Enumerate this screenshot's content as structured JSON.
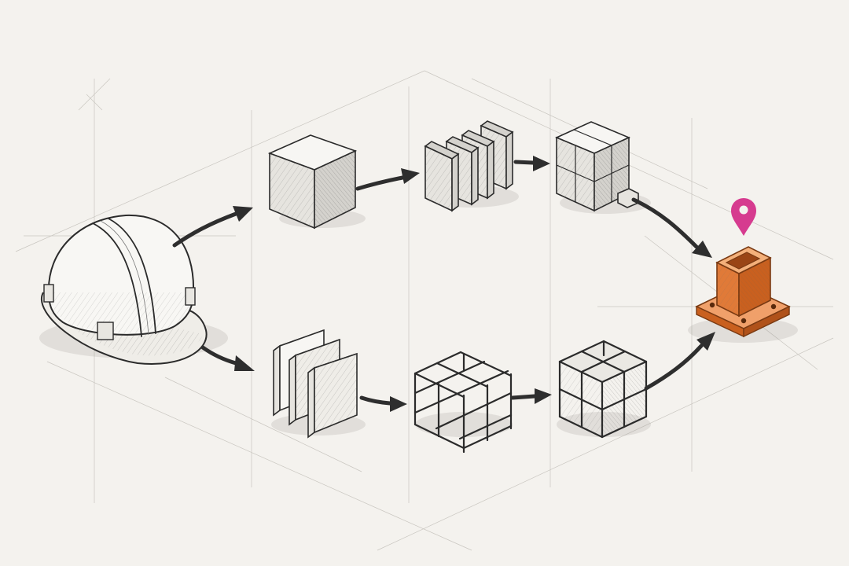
{
  "diagram": {
    "colors": {
      "background": "#f4f2ee",
      "ink": "#2b2b2b",
      "arrow": "#2e2e2e",
      "accent_orange": "#e07a38",
      "pin_magenta": "#d63b8f"
    },
    "nodes": [
      {
        "id": "hard-hat",
        "icon": "hard-hat-icon"
      },
      {
        "id": "block",
        "icon": "solid-cube-icon"
      },
      {
        "id": "panels-top",
        "icon": "stacked-panels-icon"
      },
      {
        "id": "cube-stack",
        "icon": "four-cube-stack-icon"
      },
      {
        "id": "steel-column",
        "icon": "column-base-plate-icon"
      },
      {
        "id": "panels-bottom",
        "icon": "standing-panels-icon"
      },
      {
        "id": "lattice-flat",
        "icon": "lattice-grid-icon"
      },
      {
        "id": "lattice-cube",
        "icon": "lattice-cube-icon"
      },
      {
        "id": "location-pin",
        "icon": "location-pin-icon"
      }
    ],
    "flows": [
      {
        "from": "hard-hat",
        "to": "block"
      },
      {
        "from": "block",
        "to": "panels-top"
      },
      {
        "from": "panels-top",
        "to": "cube-stack"
      },
      {
        "from": "cube-stack",
        "to": "steel-column"
      },
      {
        "from": "hard-hat",
        "to": "panels-bottom"
      },
      {
        "from": "panels-bottom",
        "to": "lattice-flat"
      },
      {
        "from": "lattice-flat",
        "to": "lattice-cube"
      },
      {
        "from": "lattice-cube",
        "to": "steel-column"
      }
    ]
  }
}
